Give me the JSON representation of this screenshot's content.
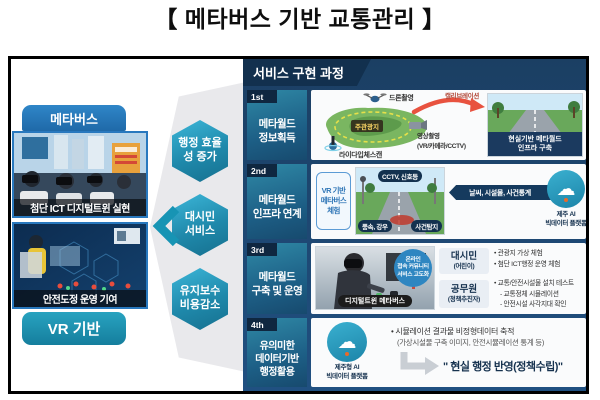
{
  "title": "【 메타버스 기반 교통관리 】",
  "left_panel": {
    "metaverse_label": "메타버스",
    "vr_label": "VR 기반",
    "photo_digital_twin_caption": "첨단 ICT 디지털트윈 실현",
    "photo_safety_caption": "안전도정 운영 기여"
  },
  "benefits": {
    "hex1": "행정 효율\n성 증가",
    "hex2": "대시민\n서비스",
    "hex3": "유지보수\n비용감소"
  },
  "process_panel": {
    "header": "서비스 구현 과정",
    "rows": [
      {
        "stage": "1st",
        "label": "메타월드\n정보획득",
        "drone_label": "드론촬영",
        "calibration_label": "캘리브레이션",
        "island_label": "주관광지",
        "lidar_label": "라이다입체스캔",
        "video_label": "영상촬영\n(VR/카메라/CCTV)",
        "result_caption": "현실기반 메타월드\n인프라 구축"
      },
      {
        "stage": "2nd",
        "label": "메타월드\n인프라 연계",
        "vr_box": "VR 기반\n메타버스\n체험",
        "tag_top": "CCTV, 신호등",
        "tag_left": "풍속, 강우",
        "tag_right": "사건탐지",
        "banner": "날씨, 시설물, 사건통계",
        "cloud_caption": "제주 AI\n빅데이터 플랫폼"
      },
      {
        "stage": "3rd",
        "label": "메타월드\n구축 및 운영",
        "badge": "온라인\n접속 커뮤니티\n서비스 고도화",
        "photo_caption": "디지털트윈 메타버스",
        "groups": [
          {
            "name": "대시민",
            "sub": "(어린이)",
            "bullets": [
              "• 관광지 가상 체험",
              "• 첨단 ICT행정 운영 체험"
            ]
          },
          {
            "name": "공무원",
            "sub": "(정책추진자)",
            "bullets": [
              "• 교통/안전시설물 설치 테스트",
              "- 교통정체 시뮬레이션",
              "- 안전시설 사각지대 확인"
            ]
          }
        ]
      },
      {
        "stage": "4th",
        "label": "유의미한\n데이터기반\n행정활용",
        "cloud_caption": "제주형 AI\n빅데이터 플랫폼",
        "bullets": [
          "• 시뮬레이션 결과물 비정형데이터 축적",
          "(가상시설물 구축 이미지, 안전시뮬레이션 통계 등)"
        ],
        "quote": "\" 현실 행정 반영(정책수립)\""
      }
    ]
  },
  "colors": {
    "blue": "#2878be",
    "teal": "#1794b4",
    "navy": "#16324f",
    "panel_navy": "#1d4a70",
    "red_arrow": "#e8523f",
    "gray_arrow": "#e9e9ec"
  }
}
